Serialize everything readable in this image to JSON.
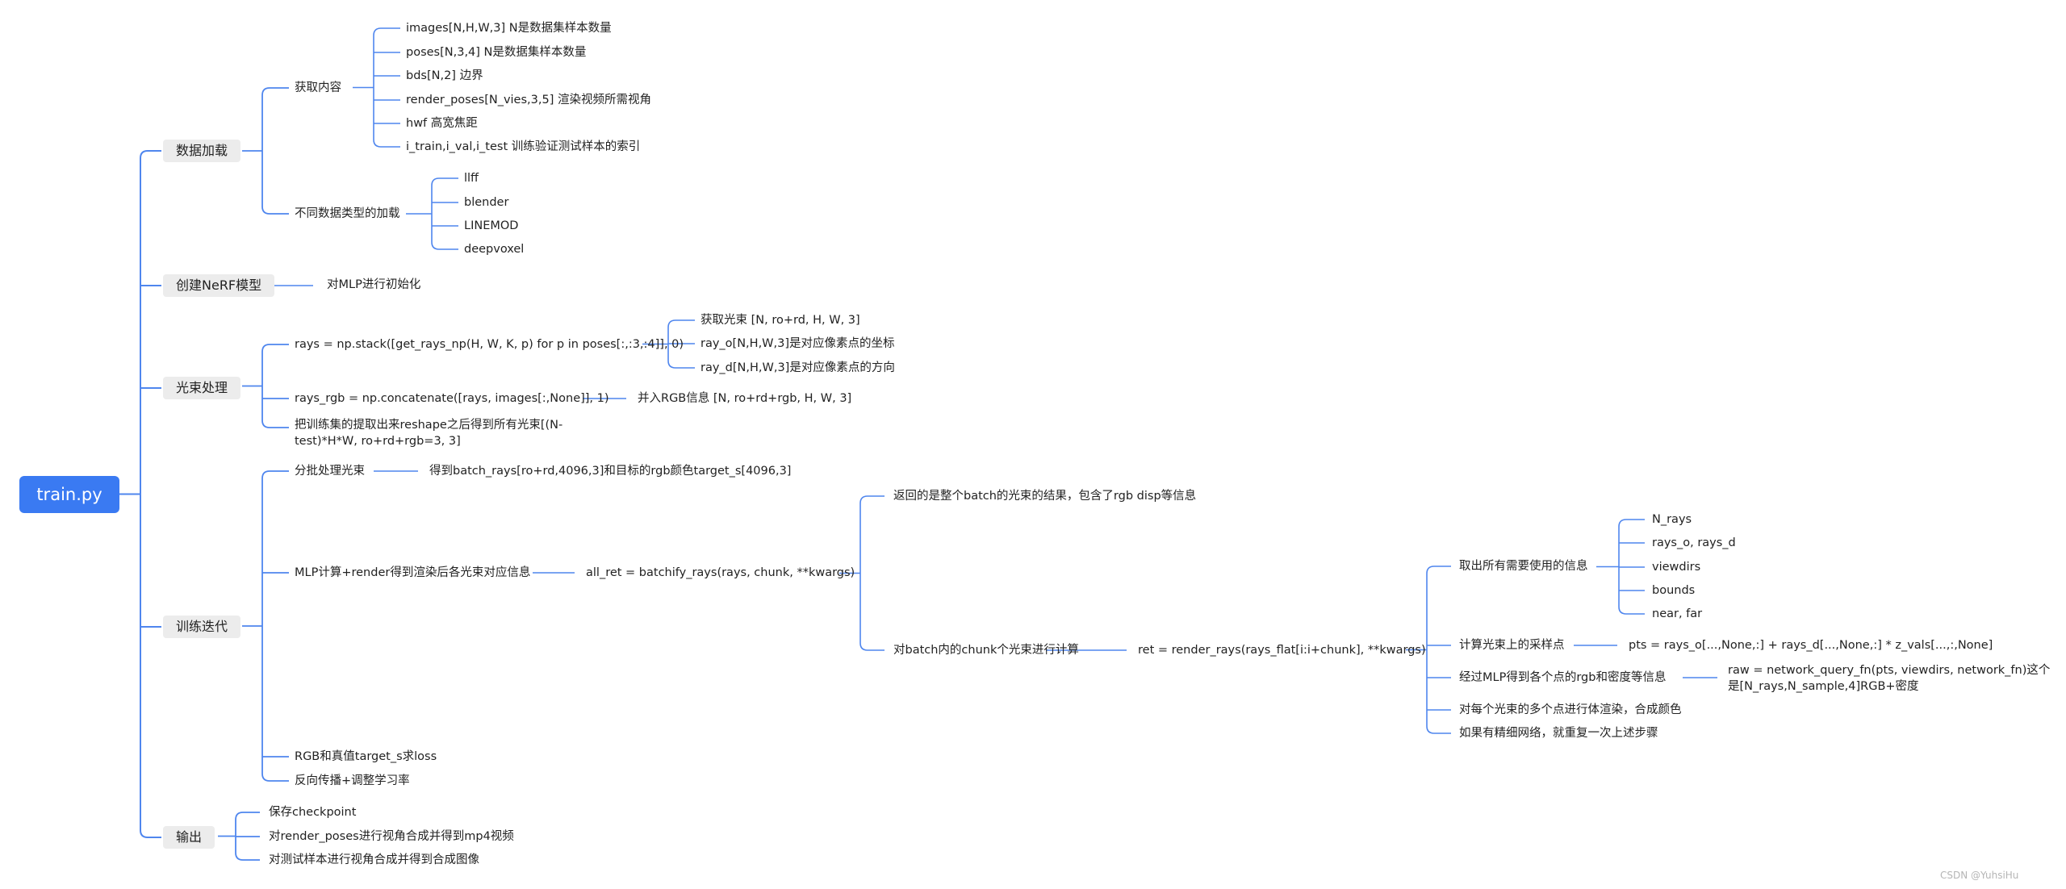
{
  "root": "train.py",
  "sections": {
    "data": {
      "label": "数据加载",
      "fetch": {
        "label": "获取内容",
        "items": [
          "images[N,H,W,3] N是数据集样本数量",
          "poses[N,3,4] N是数据集样本数量",
          "bds[N,2] 边界",
          "render_poses[N_vies,3,5] 渲染视频所需视角",
          "hwf 高宽焦距",
          "i_train,i_val,i_test 训练验证测试样本的索引"
        ]
      },
      "types": {
        "label": "不同数据类型的加载",
        "items": [
          "llff",
          "blender",
          "LINEMOD",
          "deepvoxel"
        ]
      }
    },
    "model": {
      "label": "创建NeRF模型",
      "child": "对MLP进行初始化"
    },
    "rays": {
      "label": "光束处理",
      "stack": {
        "label": "rays = np.stack([get_rays_np(H, W, K, p) for p in poses[:,:3,:4]], 0)",
        "items": [
          "获取光束 [N, ro+rd, H, W, 3]",
          "ray_o[N,H,W,3]是对应像素点的坐标",
          "ray_d[N,H,W,3]是对应像素点的方向"
        ]
      },
      "rgb": {
        "label": "rays_rgb = np.concatenate([rays, images[:,None]], 1)",
        "child": "并入RGB信息 [N, ro+rd+rgb, H, W, 3]"
      },
      "reshape": "把训练集的提取出来reshape之后得到所有光束[(N-test)*H*W, ro+rd+rgb=3, 3]"
    },
    "train": {
      "label": "训练迭代",
      "batch": {
        "label": "分批处理光束",
        "child": "得到batch_rays[ro+rd,4096,3]和目标的rgb颜色target_s[4096,3]"
      },
      "mlp": {
        "label": "MLP计算+render得到渲染后各光束对应信息",
        "batchify": "all_ret = batchify_rays(rays, chunk, **kwargs)",
        "returns": "返回的是整个batch的光束的结果，包含了rgb disp等信息",
        "chunk": {
          "label": "对batch内的chunk个光束进行计算",
          "render": "ret = render_rays(rays_flat[i:i+chunk], **kwargs)",
          "extract": {
            "label": "取出所有需要使用的信息",
            "items": [
              "N_rays",
              "rays_o, rays_d",
              "viewdirs",
              "bounds",
              "near, far"
            ]
          },
          "sample": {
            "label": "计算光束上的采样点",
            "child": "pts = rays_o[...,None,:] + rays_d[...,None,:] * z_vals[...,:,None]"
          },
          "query": {
            "label": "经过MLP得到各个点的rgb和密度等信息",
            "child": "raw = network_query_fn(pts, viewdirs, network_fn)这个是[N_rays,N_sample,4]RGB+密度"
          },
          "volume": "对每个光束的多个点进行体渲染，合成颜色",
          "fine": "如果有精细网络，就重复一次上述步骤"
        }
      },
      "loss": "RGB和真值target_s求loss",
      "backprop": "反向传播+调整学习率"
    },
    "output": {
      "label": "输出",
      "items": [
        "保存checkpoint",
        "对render_poses进行视角合成并得到mp4视频",
        "对测试样本进行视角合成并得到合成图像"
      ]
    }
  },
  "watermark": "CSDN @YuhsiHu",
  "colors": {
    "accent": "#3a7af2",
    "line": "#4f86ee",
    "pill": "#ececec"
  }
}
